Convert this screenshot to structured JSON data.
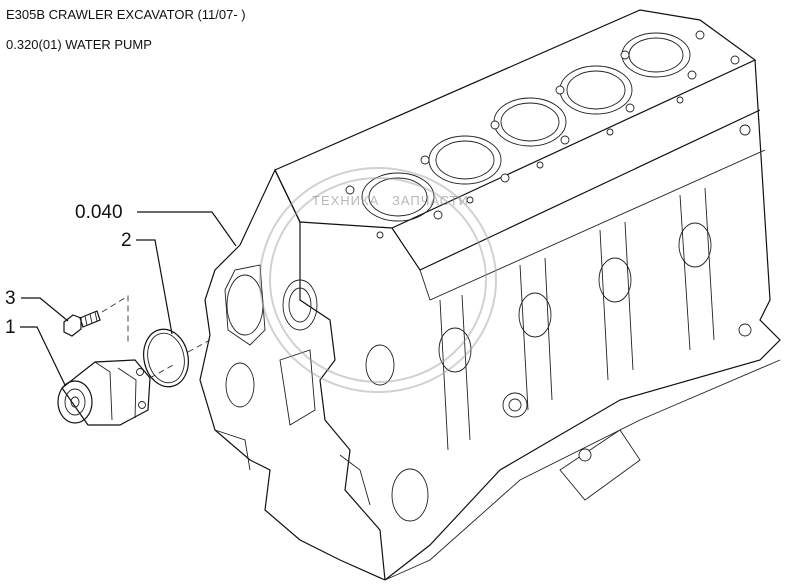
{
  "header": {
    "title": "E305B CRAWLER EXCAVATOR (11/07- )",
    "subtitle": "0.320(01) WATER PUMP"
  },
  "callouts": {
    "ref": "0.040",
    "gasket": "2",
    "bolt": "3",
    "pump": "1"
  },
  "watermark": {
    "left": "ТЕХНИКА",
    "right": "ЗАПЧАСТИ"
  },
  "colors": {
    "line": "#111111",
    "background": "#ffffff",
    "watermark": "#9a9a9a"
  }
}
